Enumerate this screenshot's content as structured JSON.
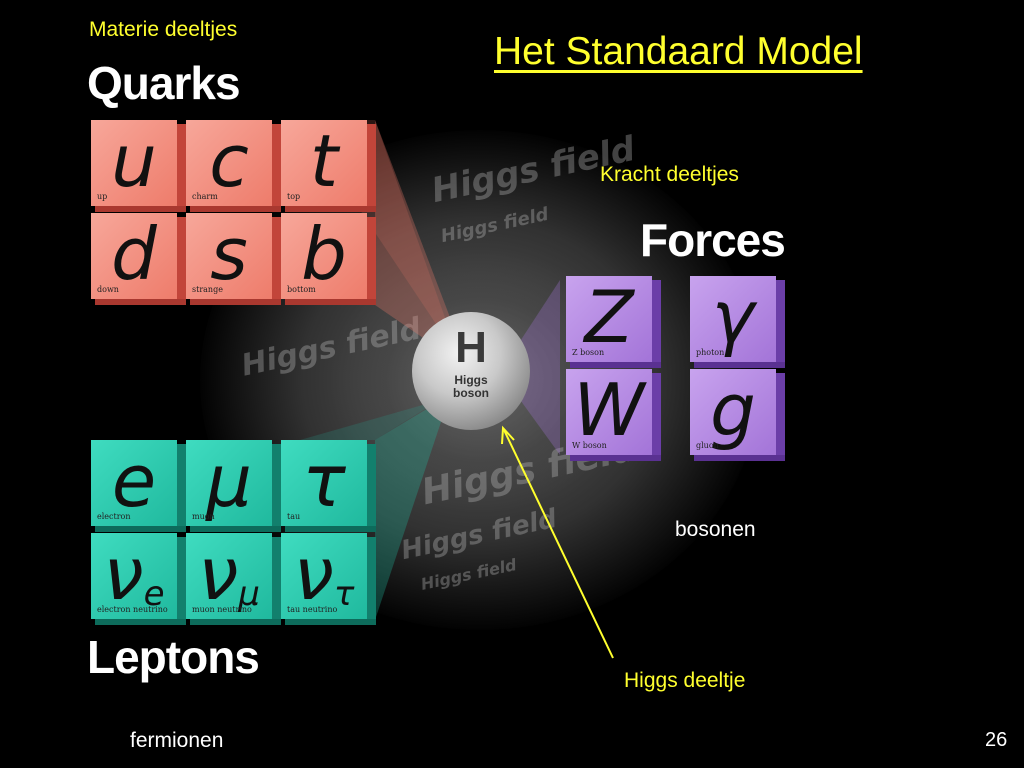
{
  "title": "Het Standaard Model",
  "annotations": {
    "materie": "Materie deeltjes",
    "kracht": "Kracht deeltjes",
    "bosonen": "bosonen",
    "higgs_deeltje": "Higgs deeltje",
    "fermionen": "fermionen",
    "page_number": "26"
  },
  "diagram": {
    "quarks_title": "Quarks",
    "leptons_title": "Leptons",
    "forces_title": "Forces",
    "higgs": {
      "symbol": "H",
      "name_line1": "Higgs",
      "name_line2": "boson"
    },
    "field_text": [
      "Higgs field",
      "Higgs field",
      "Higgs field",
      "Higgs field",
      "Higgs field",
      "Higgs field"
    ],
    "quarks": [
      {
        "symbol": "u",
        "label": "up"
      },
      {
        "symbol": "c",
        "label": "charm"
      },
      {
        "symbol": "t",
        "label": "top"
      },
      {
        "symbol": "d",
        "label": "down"
      },
      {
        "symbol": "s",
        "label": "strange"
      },
      {
        "symbol": "b",
        "label": "bottom"
      }
    ],
    "leptons": [
      {
        "symbol": "e",
        "sub": "",
        "label": "electron"
      },
      {
        "symbol": "μ",
        "sub": "",
        "label": "muon"
      },
      {
        "symbol": "τ",
        "sub": "",
        "label": "tau"
      },
      {
        "symbol": "ν",
        "sub": "e",
        "label": "electron neutrino"
      },
      {
        "symbol": "ν",
        "sub": "μ",
        "label": "muon neutrino"
      },
      {
        "symbol": "ν",
        "sub": "τ",
        "label": "tau neutrino"
      }
    ],
    "forces": [
      {
        "symbol": "Z",
        "label": "Z boson"
      },
      {
        "symbol": "γ",
        "label": "photon"
      },
      {
        "symbol": "W",
        "label": "W boson"
      },
      {
        "symbol": "g",
        "label": "gluon"
      }
    ]
  },
  "colors": {
    "annotation": "#ffff2e",
    "quark": "#ee7c6b",
    "lepton": "#20b99e",
    "boson": "#a374d8",
    "background": "#000000"
  }
}
